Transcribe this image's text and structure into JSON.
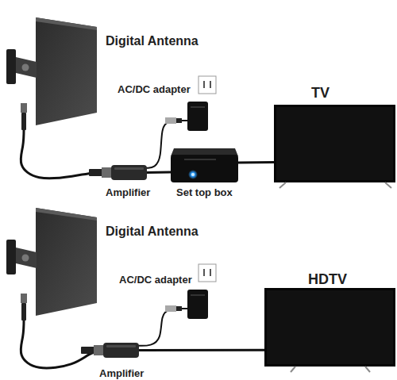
{
  "diagram": {
    "nodes": [
      {
        "text": [
          "Digital Antenna"
        ]
      },
      {
        "text": [
          "AC/DC adapter"
        ]
      },
      {
        "text": [
          "TV"
        ]
      },
      {
        "text": [
          "Amplifier"
        ]
      },
      {
        "text": [
          "Set top box"
        ]
      },
      {
        "text": [
          "Digital Antenna"
        ]
      },
      {
        "text": [
          "AC/DC adapter"
        ]
      },
      {
        "text": [
          "HDTV"
        ]
      },
      {
        "text": [
          "Amplifier"
        ]
      }
    ],
    "edges": [
      {
        "from": 0,
        "to": 3,
        "arrow": "none"
      },
      {
        "from": 1,
        "to": 3,
        "arrow": "none"
      },
      {
        "from": 3,
        "to": 4,
        "arrow": "none"
      },
      {
        "from": 4,
        "to": 2,
        "arrow": "none"
      },
      {
        "from": 5,
        "to": 8,
        "arrow": "none"
      },
      {
        "from": 6,
        "to": 8,
        "arrow": "none"
      },
      {
        "from": 8,
        "to": 7,
        "arrow": "none"
      }
    ]
  }
}
